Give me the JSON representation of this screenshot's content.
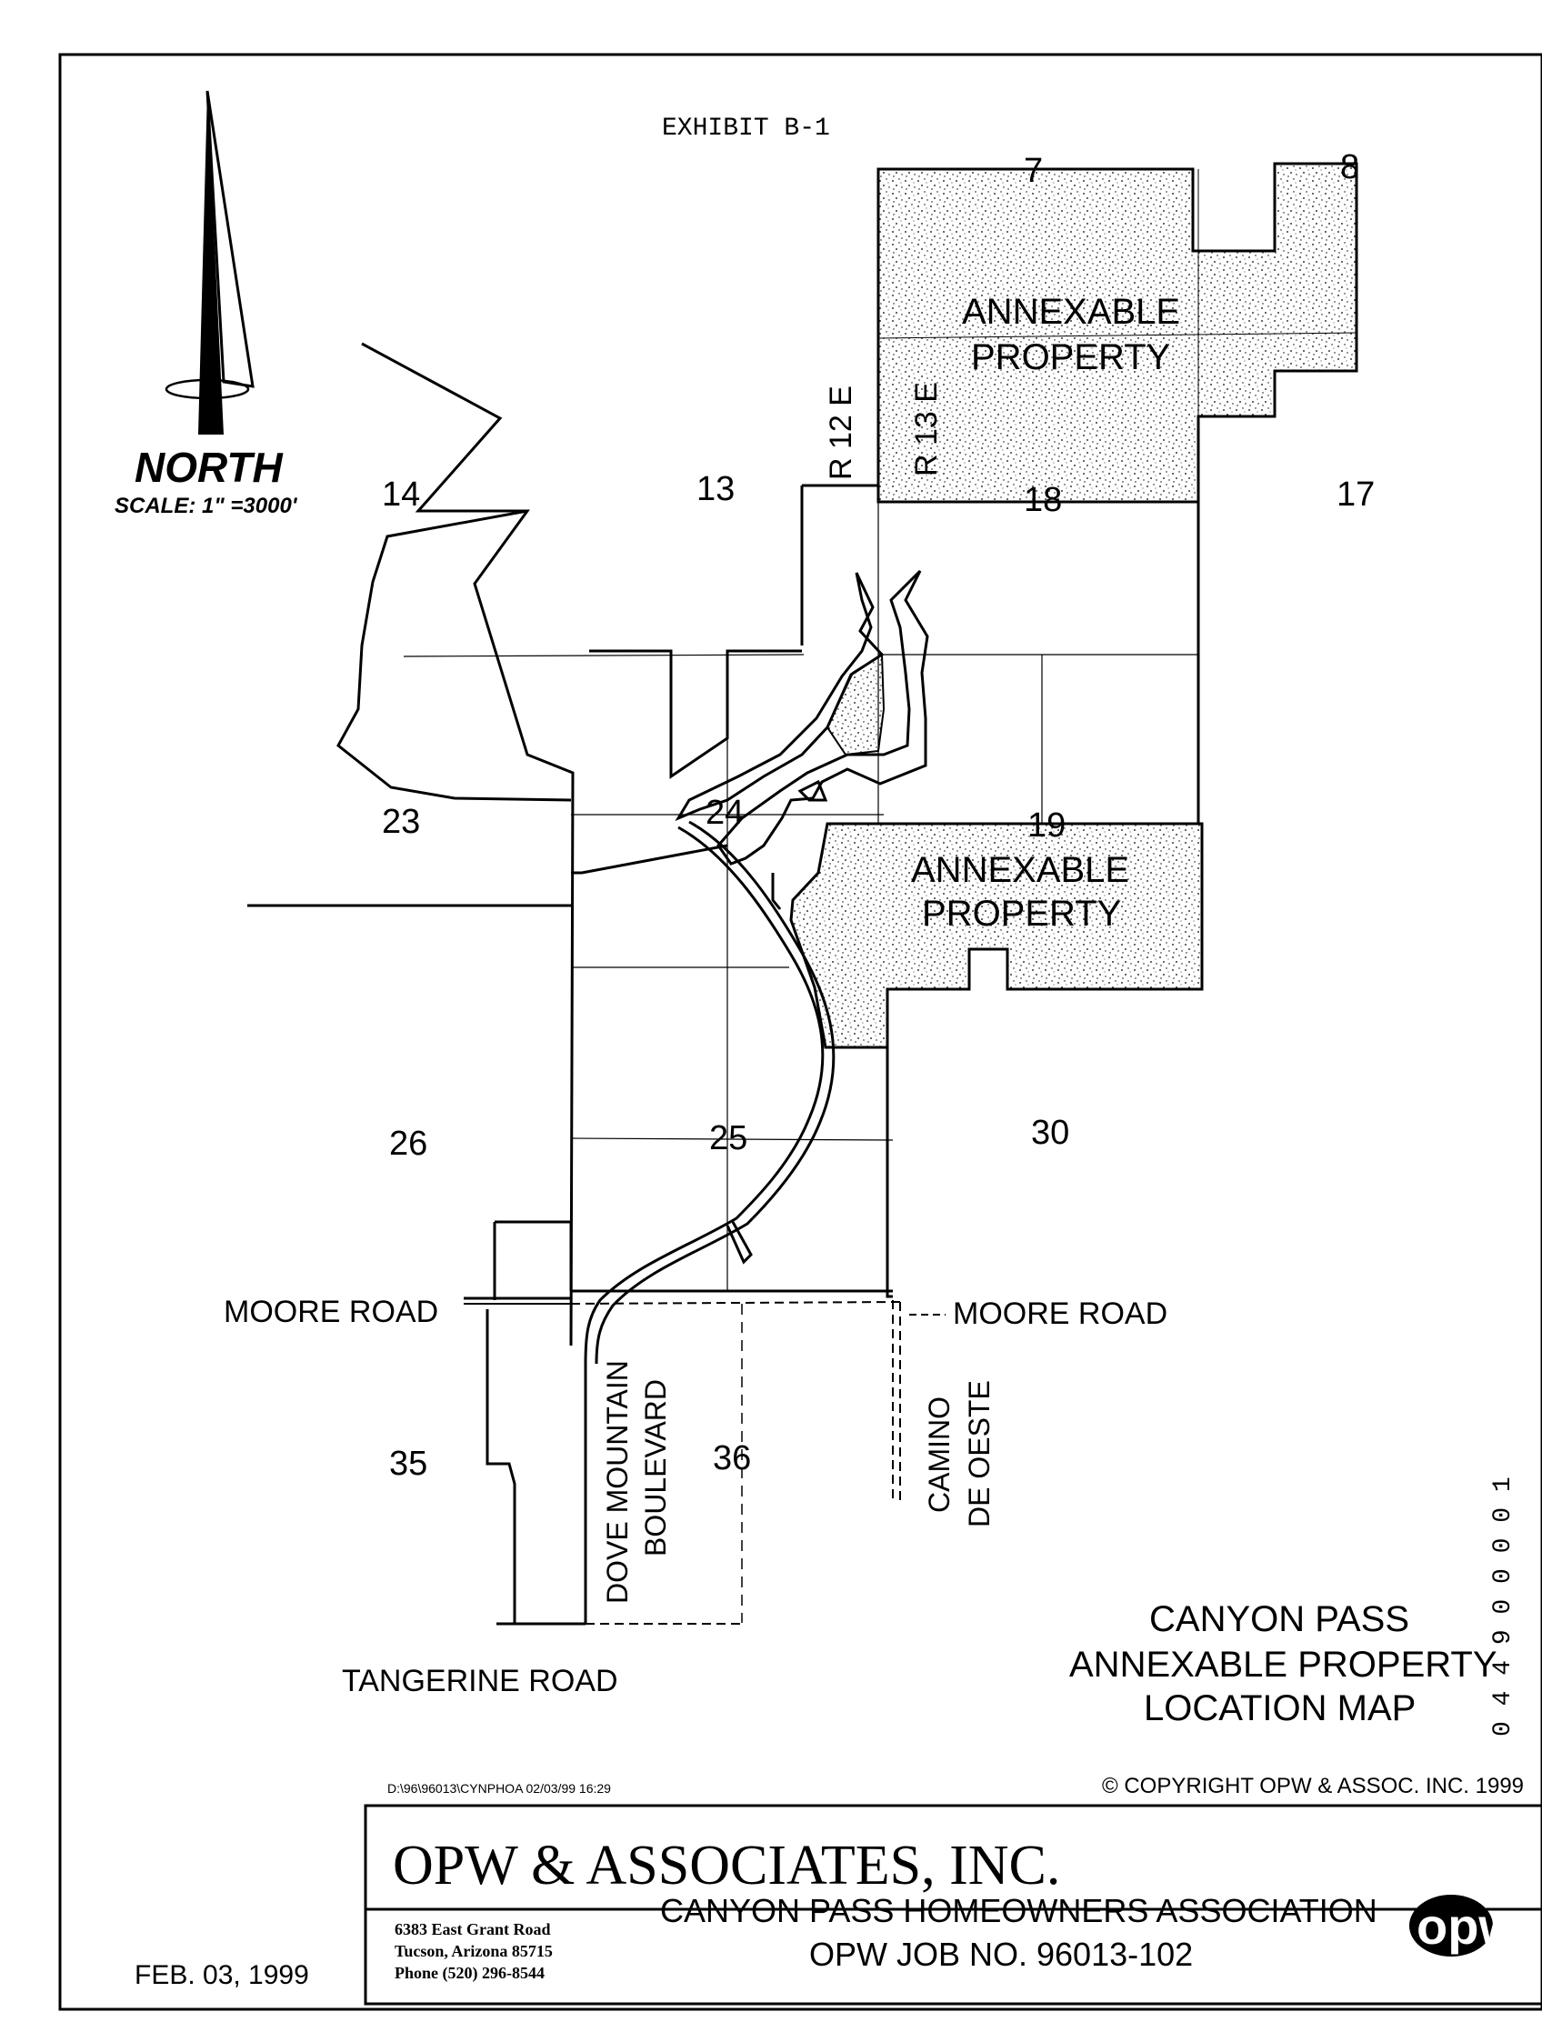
{
  "exhibit_title": "EXHIBIT B-1",
  "north": {
    "label": "NORTH",
    "scale": "SCALE: 1\" =3000'"
  },
  "sections": {
    "s7": "7",
    "s8": "8",
    "s13": "13",
    "s14": "14",
    "s17": "17",
    "s18": "18",
    "s19": "19",
    "s23": "23",
    "s24": "24",
    "s25": "25",
    "s26": "26",
    "s30": "30",
    "s35": "35",
    "s36": "36"
  },
  "ranges": {
    "r12e": "R 12 E",
    "r13e": "R 13 E"
  },
  "annexable": {
    "north_line1": "ANNEXABLE",
    "north_line2": "PROPERTY",
    "south_line1": "ANNEXABLE",
    "south_line2": "PROPERTY"
  },
  "roads": {
    "moore_west": "MOORE ROAD",
    "moore_east": "MOORE ROAD",
    "dove_line1": "DOVE MOUNTAIN",
    "dove_line2": "BOULEVARD",
    "camino_line1": "CAMINO",
    "camino_line2": "DE OESTE",
    "tangerine": "TANGERINE ROAD"
  },
  "map_title": {
    "line1": "CANYON PASS",
    "line2": "ANNEXABLE PROPERTY",
    "line3": "LOCATION MAP"
  },
  "copyright": "© COPYRIGHT OPW & ASSOC. INC. 1999",
  "file_path": "D:\\96\\96013\\CYNPHOA   02/03/99   16:29",
  "date": "FEB. 03, 1999",
  "title_block": {
    "company": "OPW & ASSOCIATES, INC.",
    "address1": "6383 East Grant Road",
    "address2": "Tucson, Arizona 85715",
    "phone": "Phone (520) 296-8544",
    "project": "CANYON PASS HOMEOWNERS ASSOCIATION",
    "job": "OPW JOB NO. 96013-102",
    "logo_text": "opw"
  },
  "margin_stamp": "0 4 4 9 0 0 0 0 1"
}
